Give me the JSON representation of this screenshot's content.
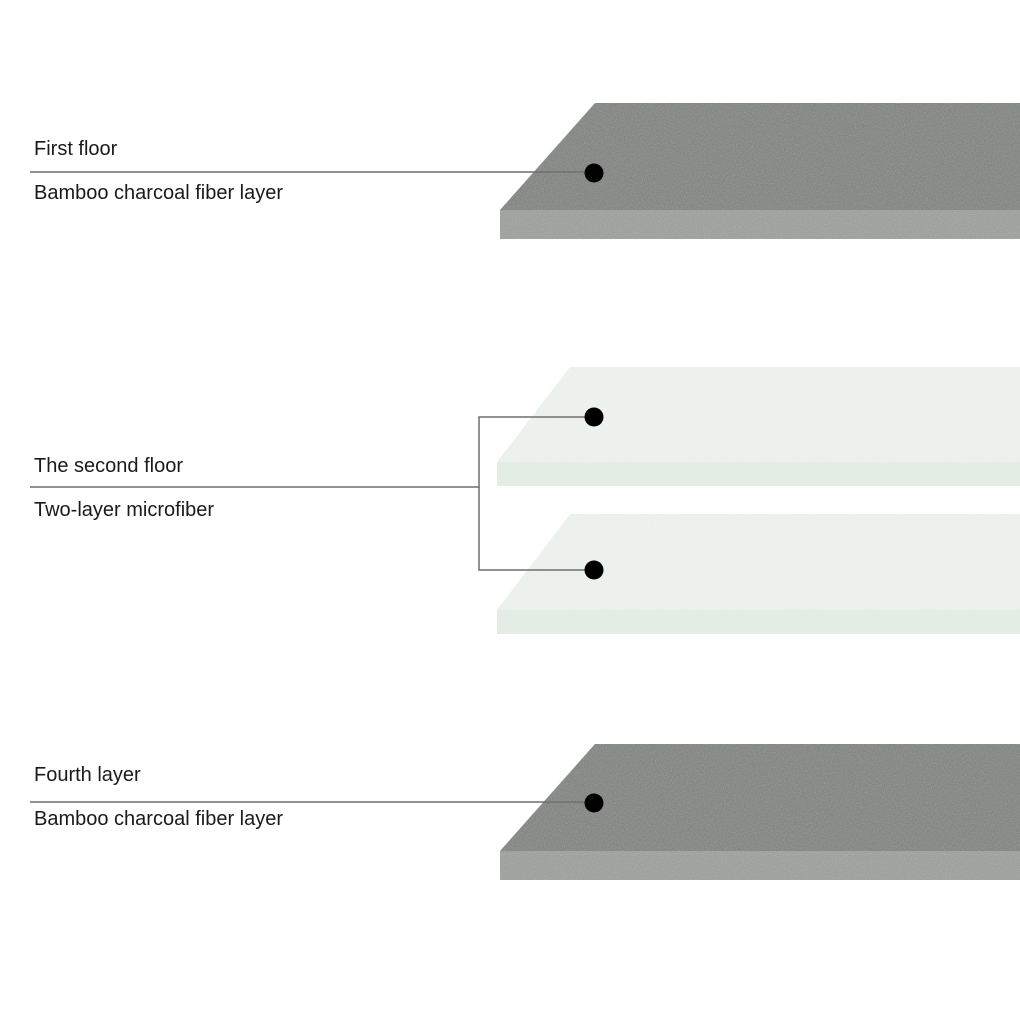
{
  "layers": [
    {
      "title": "First floor",
      "subtitle": "Bamboo charcoal fiber layer",
      "material": "charcoal"
    },
    {
      "title": "The second floor",
      "subtitle": "Two-layer microfiber",
      "material": "microfiber",
      "sheet_count": 2
    },
    {
      "title": "Fourth layer",
      "subtitle": "Bamboo charcoal fiber layer",
      "material": "charcoal"
    }
  ],
  "colors": {
    "charcoal_top": "#7b807b",
    "charcoal_edge": "#9c9f9c",
    "microfiber_top": "#eef3ee",
    "microfiber_edge": "#e3ede3",
    "leader_line": "#6f6f6f",
    "marker_dot": "#000000",
    "label_text": "#1a1a1a"
  }
}
